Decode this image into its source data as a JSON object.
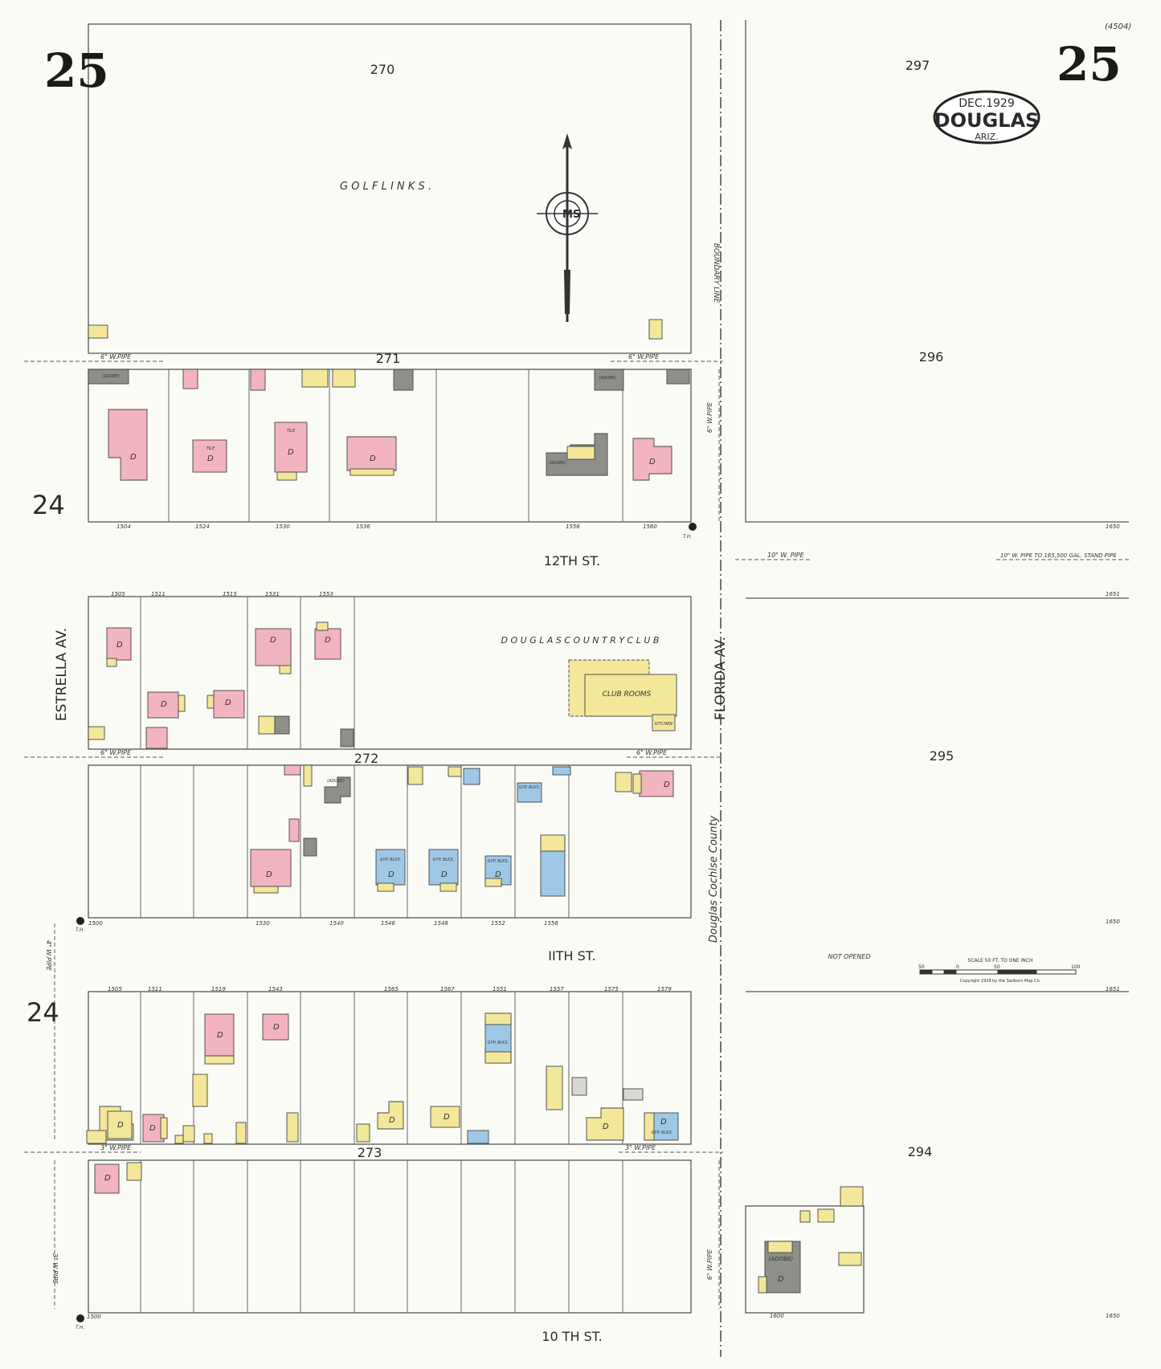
{
  "sheet": {
    "page_number": "25",
    "sheet_code": "(4504)",
    "date": "DEC.1929",
    "city": "DOUGLAS",
    "state": "ARIZ."
  },
  "blocks": {
    "b270": "270",
    "b271": "271",
    "b272": "272",
    "b273": "273",
    "b294": "294",
    "b295": "295",
    "b296": "296",
    "b297": "297"
  },
  "adjacent_sheets": {
    "left_top": "24",
    "left_bottom": "24"
  },
  "streets": {
    "twelfth": "12TH     ST.",
    "eleventh": "IITH     ST.",
    "tenth": "10 TH      ST.",
    "estrella": "ESTRELLA     AV.",
    "florida": "FLORIDA     AV.",
    "not_opened": "NOT     OPENED",
    "boundary": "BOUNDARY     LINE",
    "county_line": "Douglas  Cochise County"
  },
  "labels": {
    "golf_links": "G O L F       L I N K S .",
    "country_club": "D O U G L A S     C O U N T R Y     C L U B",
    "club_rooms": "CLUB ROOMS",
    "kitchen": "KITCHEN",
    "tile": "TILE",
    "dwelling": "D",
    "gyp_blks": "GYP. BLKS.",
    "adobe": "(ADOBE)",
    "th": "T.H."
  },
  "pipes": {
    "six_in": "6\" W.PIPE",
    "ten_in": "10\" W. PIPE",
    "ten_in_standpipe": "10\" W. PIPE  TO 165,500 GAL. STAND PIPE",
    "three_in": "3\" W.PIPE",
    "four_in": "4\" W.PIPE"
  },
  "house_numbers": {
    "row271": [
      "1504",
      "1524",
      "1530",
      "1536",
      "1556",
      "1560"
    ],
    "row272_top": [
      "1505",
      "1511",
      "1515",
      "1531",
      "1553"
    ],
    "row272_bottom": [
      "1500",
      "1530",
      "1540",
      "1546",
      "1548",
      "1552",
      "1556"
    ],
    "row273_top": [
      "1505",
      "1511",
      "1519",
      "1543",
      "1565",
      "1567",
      "1551",
      "1557",
      "1575",
      "1579"
    ],
    "row273_bottom": [
      "1500"
    ],
    "right_col": [
      "1650",
      "1651",
      "1650",
      "1651",
      "1600",
      "1650"
    ]
  },
  "scale": {
    "title": "SCALE 50 FT. TO ONE INCH",
    "ticks": [
      "50",
      "0",
      "50",
      "100"
    ],
    "copyright": "Copyright 1929 by the Sanborn Map Co."
  },
  "legend_colors": {
    "brick": "#f2b4bf",
    "frame": "#f3e79a",
    "adobe": "#8f8f8a",
    "gypsum_block": "#9fc8e6"
  }
}
